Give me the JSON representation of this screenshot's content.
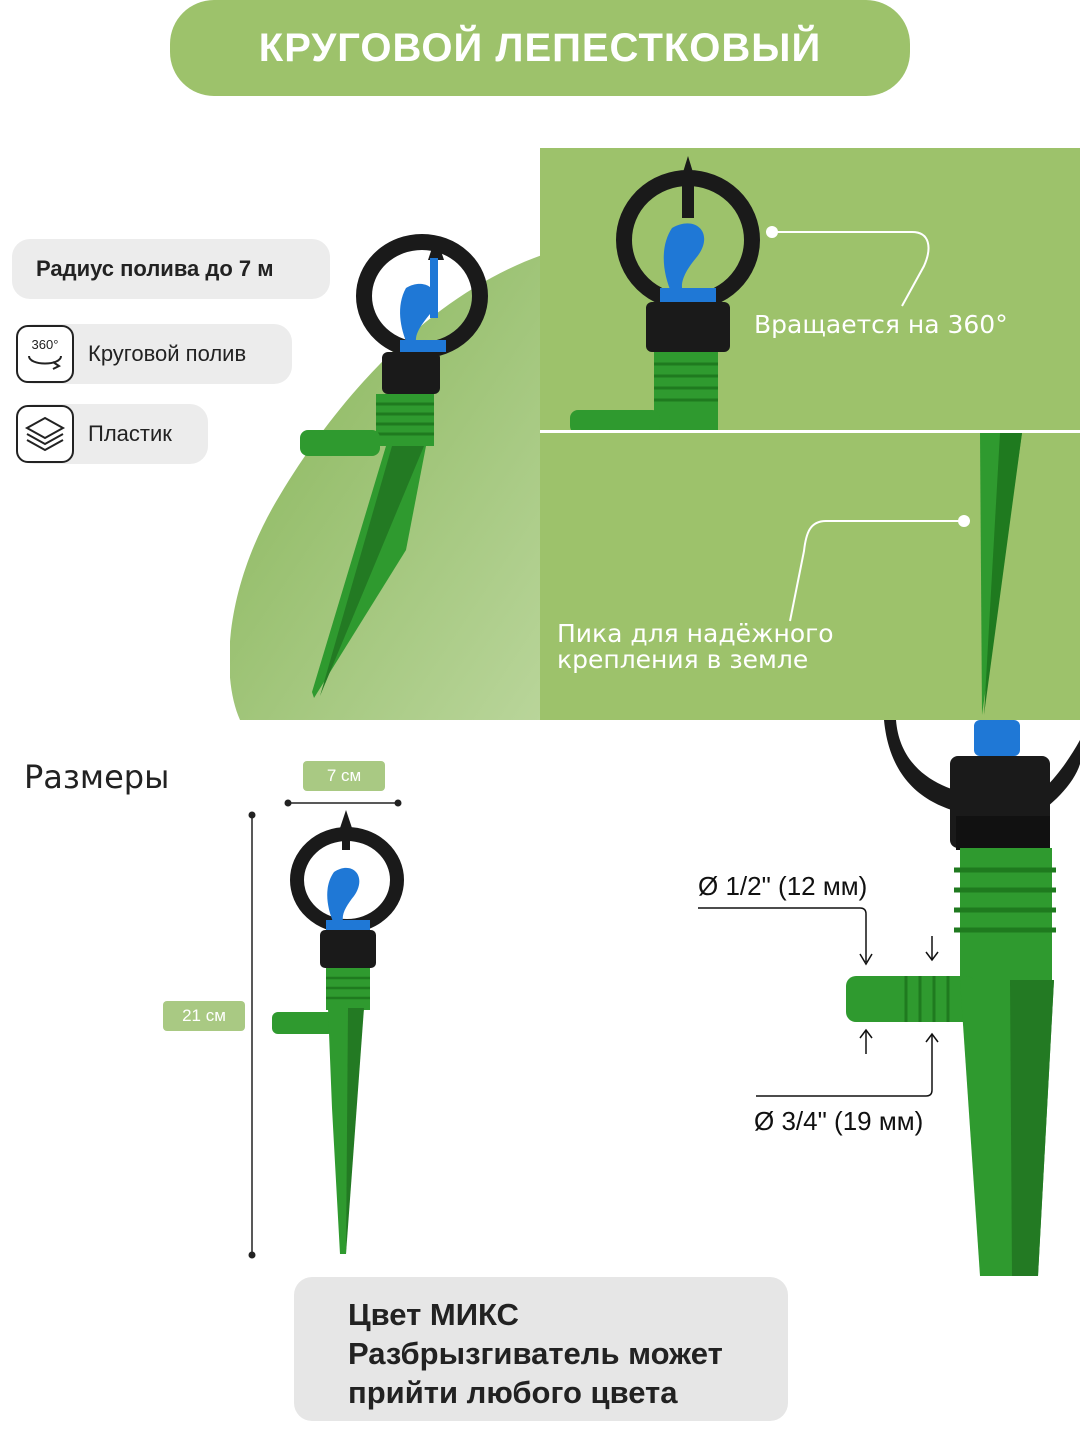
{
  "title": "КРУГОВОЙ ЛЕПЕСТКОВЫЙ",
  "features": {
    "radius": "Радиус полива до 7 м",
    "circular_label": "Круговой полив",
    "circular_icon_text": "360°",
    "material_label": "Пластик"
  },
  "callouts": {
    "rotation": "Вращается на 360°",
    "spike_line1": "Пика для надёжного",
    "spike_line2": "крепления в земле"
  },
  "dimensions": {
    "section_title": "Размеры",
    "width": "7 см",
    "height": "21 см",
    "diameter_small": "Ø 1/2\" (12 мм)",
    "diameter_large": "Ø 3/4\" (19 мм)"
  },
  "note": {
    "line1": "Цвет МИКС",
    "line2": "Разбрызгиватель может",
    "line3": "прийти любого цвета"
  },
  "colors": {
    "brand_green": "#9dc26b",
    "product_green": "#2f9a2f",
    "product_blue": "#1f78d6",
    "product_black": "#1a1a1a"
  }
}
